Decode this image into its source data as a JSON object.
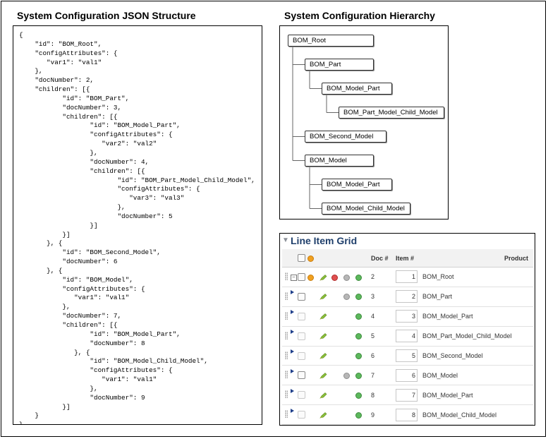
{
  "json_section": {
    "title": "System Configuration JSON Structure",
    "code_lines": [
      "{",
      "    \"id\": \"BOM_Root\",",
      "    \"configAttributes\": {",
      "       \"var1\": \"val1\"",
      "    },",
      "    \"docNumber\": 2,",
      "    \"children\": [{",
      "           \"id\": \"BOM_Part\",",
      "           \"docNumber\": 3,",
      "           \"children\": [{",
      "                  \"id\": \"BOM_Model_Part\",",
      "                  \"configAttributes\": {",
      "                     \"var2\": \"val2\"",
      "                  },",
      "                  \"docNumber\": 4,",
      "                  \"children\": [{",
      "                         \"id\": \"BOM_Part_Model_Child_Model\",",
      "                         \"configAttributes\": {",
      "                            \"var3\": \"val3\"",
      "                         },",
      "                         \"docNumber\": 5",
      "                  }]",
      "           }]",
      "       }, {",
      "           \"id\": \"BOM_Second_Model\",",
      "           \"docNumber\": 6",
      "       }, {",
      "           \"id\": \"BOM_Model\",",
      "           \"configAttributes\": {",
      "              \"var1\": \"val1\"",
      "           },",
      "           \"docNumber\": 7,",
      "           \"children\": [{",
      "                  \"id\": \"BOM_Model_Part\",",
      "                  \"docNumber\": 8",
      "              }, {",
      "                  \"id\": \"BOM_Model_Child_Model\",",
      "                  \"configAttributes\": {",
      "                     \"var1\": \"val1\"",
      "                  },",
      "                  \"docNumber\": 9",
      "           }]",
      "    }",
      "}"
    ]
  },
  "hierarchy_section": {
    "title": "System Configuration Hierarchy",
    "nodes": [
      {
        "label": "BOM_Root",
        "depth": 0
      },
      {
        "label": "BOM_Part",
        "depth": 1
      },
      {
        "label": "BOM_Model_Part",
        "depth": 2
      },
      {
        "label": "BOM_Part_Model_Child_Model",
        "depth": 3
      },
      {
        "label": "BOM_Second_Model",
        "depth": 1
      },
      {
        "label": "BOM_Model",
        "depth": 1
      },
      {
        "label": "BOM_Model_Part",
        "depth": 2
      },
      {
        "label": "BOM_Model_Child_Model",
        "depth": 2
      }
    ]
  },
  "grid": {
    "title": "Line Item Grid",
    "collapse_icon": "triangle-down-icon",
    "columns": {
      "doc": "Doc #",
      "item": "Item #",
      "product": "Product"
    },
    "header_icons": [
      "checkbox-icon",
      "add-orange-icon"
    ],
    "rows": [
      {
        "doc": "2",
        "item": "1",
        "product": "BOM_Root",
        "tree": "minus",
        "icons": [
          "add-orange",
          "edit",
          "remove",
          "gear",
          "add-green"
        ]
      },
      {
        "doc": "3",
        "item": "2",
        "product": "BOM_Part",
        "tree": "arrow",
        "icons": [
          "edit",
          "gear",
          "add-green"
        ]
      },
      {
        "doc": "4",
        "item": "3",
        "product": "BOM_Model_Part",
        "tree": "arrow",
        "icons": [
          "edit",
          "add-green"
        ]
      },
      {
        "doc": "5",
        "item": "4",
        "product": "BOM_Part_Model_Child_Model",
        "tree": "arrow",
        "icons": [
          "edit",
          "add-green"
        ]
      },
      {
        "doc": "6",
        "item": "5",
        "product": "BOM_Second_Model",
        "tree": "arrow",
        "icons": [
          "edit",
          "add-green"
        ]
      },
      {
        "doc": "7",
        "item": "6",
        "product": "BOM_Model",
        "tree": "arrow",
        "icons": [
          "edit",
          "gear",
          "add-green"
        ]
      },
      {
        "doc": "8",
        "item": "7",
        "product": "BOM_Model_Part",
        "tree": "arrow",
        "icons": [
          "edit",
          "add-green"
        ]
      },
      {
        "doc": "9",
        "item": "8",
        "product": "BOM_Model_Child_Model",
        "tree": "arrow",
        "icons": [
          "edit",
          "add-green"
        ]
      }
    ]
  }
}
